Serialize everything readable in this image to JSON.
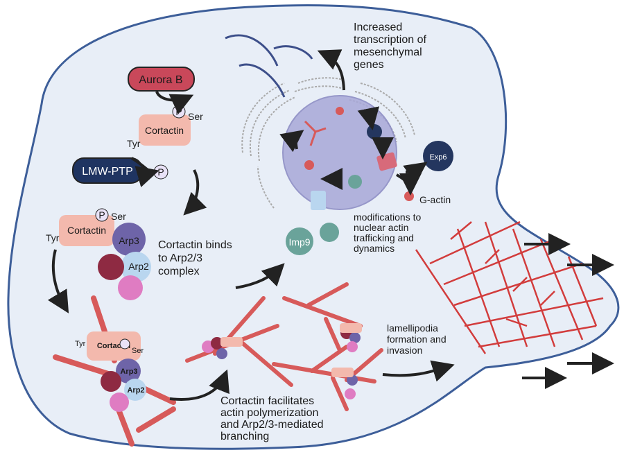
{
  "colors": {
    "cell_fill": "#e8eef7",
    "cell_border": "#3d5e99",
    "nucleus": "#a8a8d8",
    "aurora": "#c9485a",
    "lmw": "#1f3461",
    "cortactin": "#f3b9ad",
    "arp3": "#6e64a8",
    "arp2": "#b9d6ef",
    "actin": "#d75a5a",
    "imp9": "#6aa39a",
    "exp6": "#24365f"
  },
  "labels": {
    "aurora_b": "Aurora B",
    "lmw_ptp": "LMW-PTP",
    "cortactin": "Cortactin",
    "phospho": "P",
    "ser": "Ser",
    "tyr": "Tyr",
    "arp3": "Arp3",
    "arp2": "Arp2",
    "imp9": "Imp9",
    "exp6": "Exp6",
    "g_actin": "G-actin"
  },
  "annotations": {
    "transcription": [
      "Increased",
      "transcription of",
      "mesenchymal",
      "genes"
    ],
    "binds": [
      "Cortactin binds",
      "to Arp2/3",
      "complex"
    ],
    "nuclear": [
      "modifications to",
      "nuclear actin",
      "trafficking and",
      "dynamics"
    ],
    "lamellipodia": [
      "lamellipodia",
      "formation and",
      "invasion"
    ],
    "facilitates": [
      "Cortactin facilitates",
      "actin polymerization",
      "and Arp2/3-mediated",
      "branching"
    ]
  }
}
